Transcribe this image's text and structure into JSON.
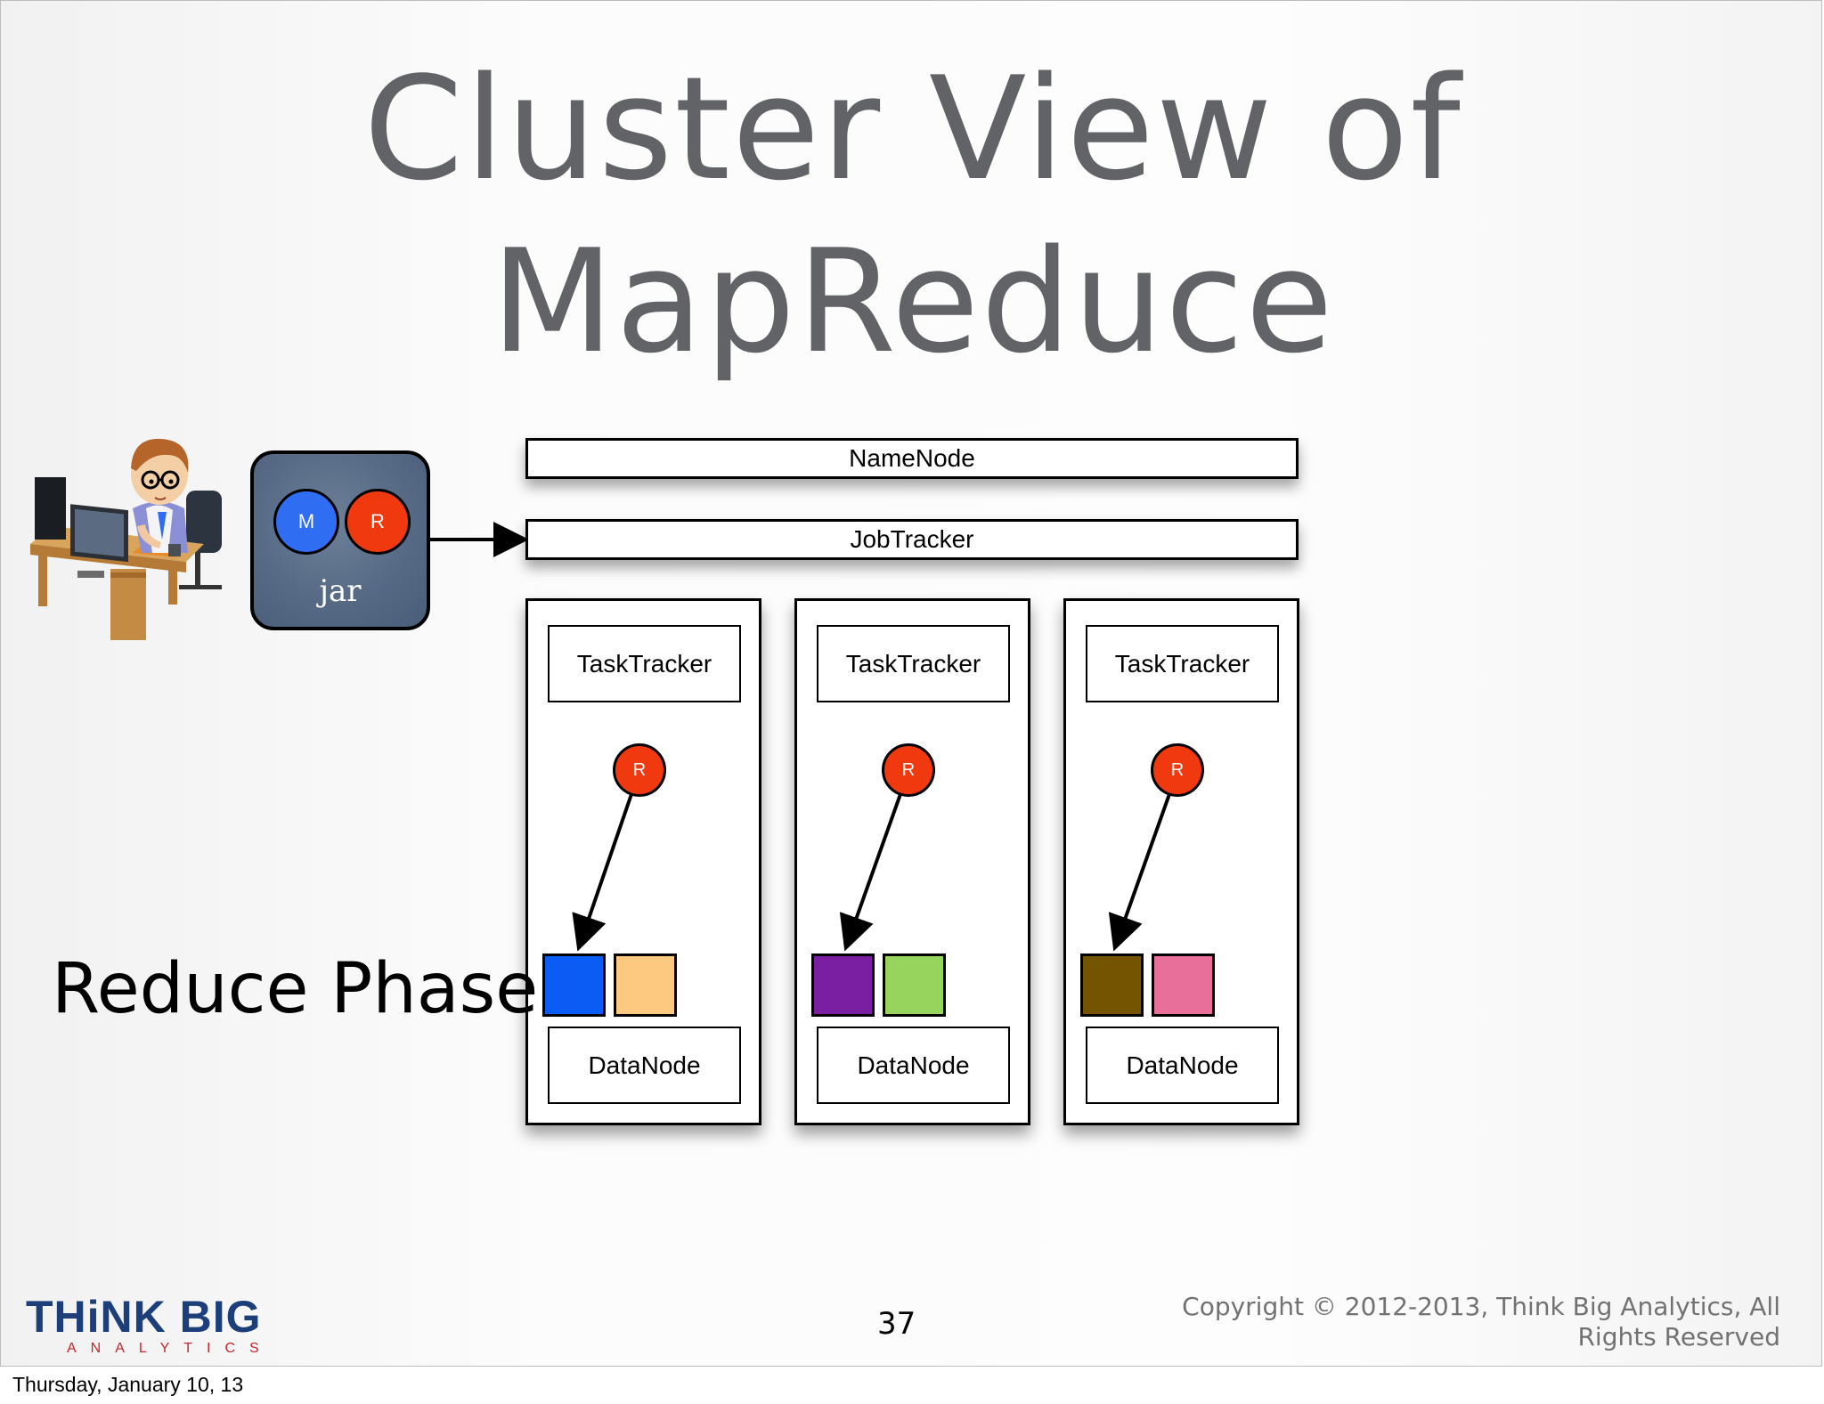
{
  "title": {
    "line1": "Cluster View of",
    "line2": "MapReduce"
  },
  "master": {
    "namenode": "NameNode",
    "jobtracker": "JobTracker"
  },
  "jar": {
    "m_label": "M",
    "r_label": "R",
    "label": "jar"
  },
  "nodes": [
    {
      "tasktracker": "TaskTracker",
      "reducer": "R",
      "datanode": "DataNode",
      "block_colors": [
        "#0a5cf5",
        "#fdc981"
      ]
    },
    {
      "tasktracker": "TaskTracker",
      "reducer": "R",
      "datanode": "DataNode",
      "block_colors": [
        "#7b1fa2",
        "#96d45d"
      ]
    },
    {
      "tasktracker": "TaskTracker",
      "reducer": "R",
      "datanode": "DataNode",
      "block_colors": [
        "#755400",
        "#e96f9b"
      ]
    }
  ],
  "phase_label": "Reduce Phase",
  "footer": {
    "logo_main": "THiNK BIG",
    "logo_sub": "ANALYTICS",
    "page_number": "37",
    "copyright_line1": "Copyright © 2012-2013, Think Big Analytics, All",
    "copyright_line2": "Rights Reserved",
    "date": "Thursday, January 10, 13"
  }
}
